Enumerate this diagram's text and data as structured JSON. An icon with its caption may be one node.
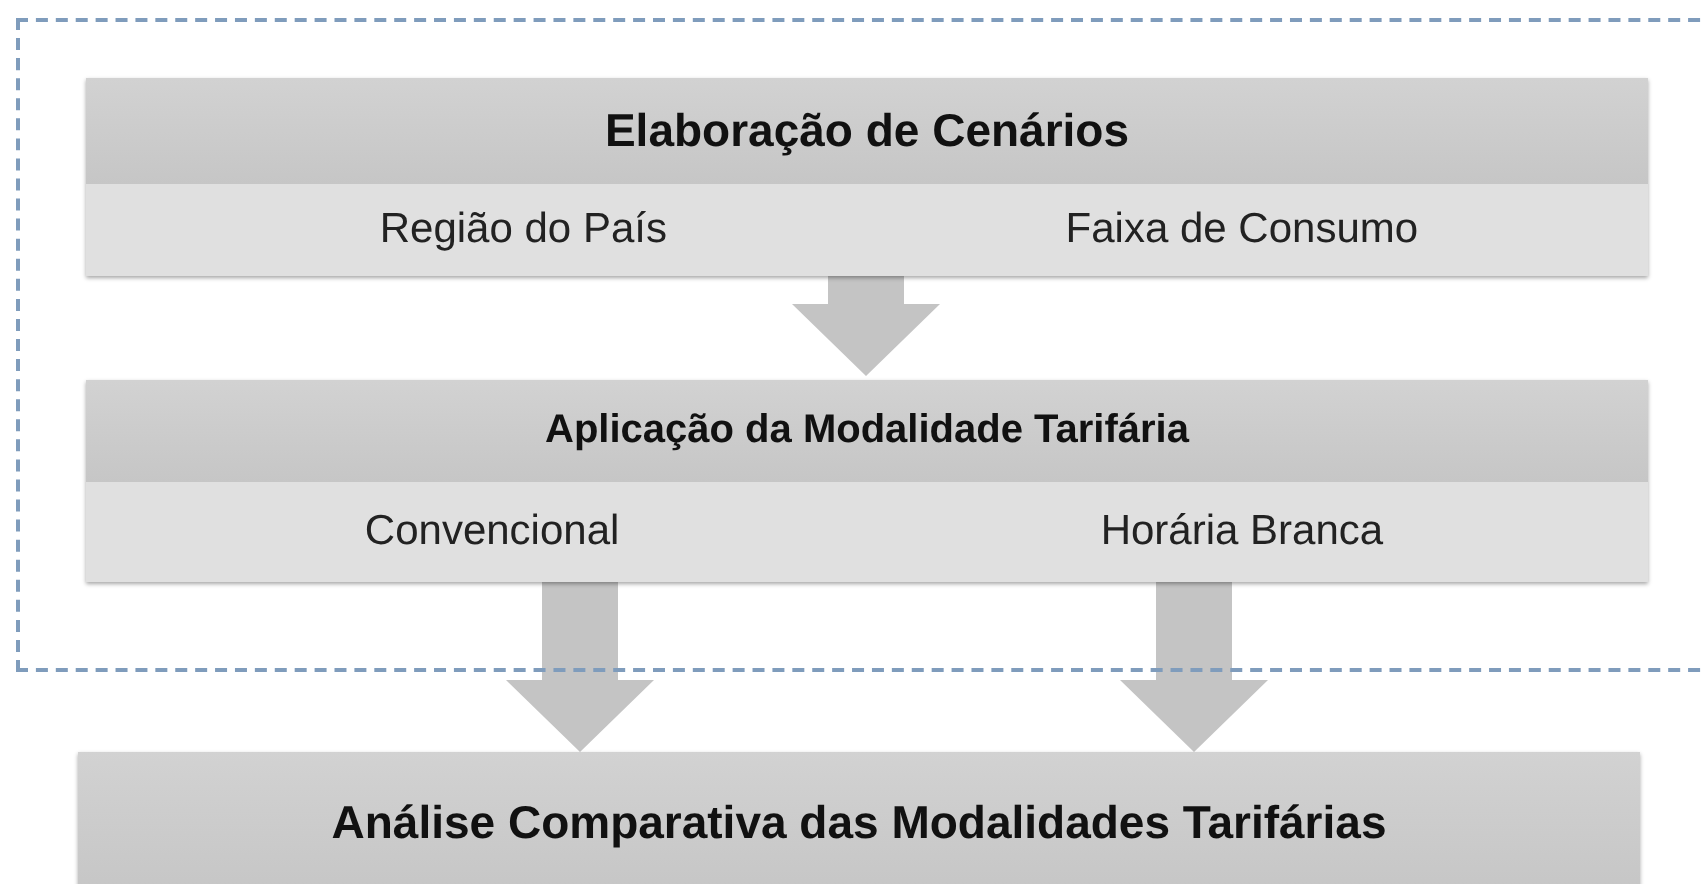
{
  "diagram": {
    "nodes": [
      {
        "text": [],
        "shape": "box"
      },
      {
        "text": [
          "Elaboração de Cenários",
          "Região do País",
          "Faixa de Consumo"
        ],
        "in": 0
      },
      {
        "text": [
          "Aplicação da Modalidade Tarifária",
          "Convencional",
          "Horária Branca"
        ],
        "in": 0
      },
      {
        "text": [
          "Análise Comparativa das Modalidades Tarifárias"
        ]
      }
    ],
    "edges": [
      {
        "from": 1,
        "to": 2,
        "arrow": "to"
      },
      {
        "from": 2,
        "to": 3,
        "arrow": "to"
      },
      {
        "from": 2,
        "to": 3,
        "arrow": "to"
      }
    ]
  }
}
